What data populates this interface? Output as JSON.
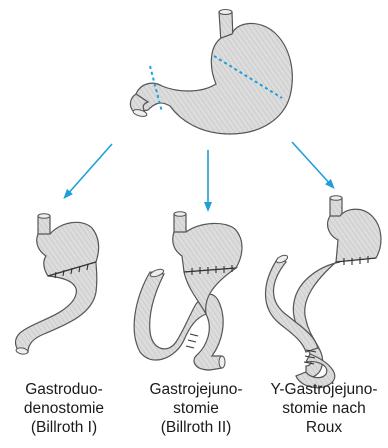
{
  "colors": {
    "organ_fill": "#dcdcdc",
    "organ_stroke": "#555555",
    "cut_line": "#1e9fd8",
    "arrow": "#1e9fd8",
    "suture": "#333333"
  },
  "captions": [
    {
      "lines": [
        "Gastroduo-",
        "denostomie",
        "(Billroth I)"
      ]
    },
    {
      "lines": [
        "Gastrojejuno-",
        "stomie",
        "(Billroth II)"
      ]
    },
    {
      "lines": [
        "Y-Gastrojejuno-",
        "stomie nach",
        "Roux"
      ]
    }
  ]
}
